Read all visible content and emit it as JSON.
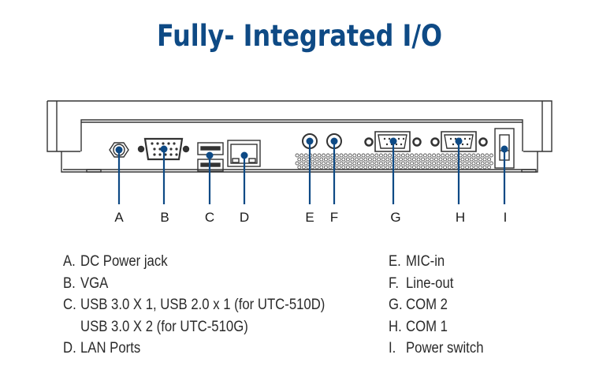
{
  "title": "Fully- Integrated I/O",
  "colors": {
    "title": "#0e4a85",
    "callout_line": "#0e4a85",
    "outline": "#333333"
  },
  "callouts": [
    "A",
    "B",
    "C",
    "D",
    "E",
    "F",
    "G",
    "H",
    "I"
  ],
  "legend_left": [
    {
      "key": "A.",
      "label": "DC Power jack"
    },
    {
      "key": "B.",
      "label": "VGA"
    },
    {
      "key": "C.",
      "label": "USB 3.0 X 1, USB 2.0 x 1 (for UTC-510D)",
      "continuation": "USB 3.0 X 2 (for UTC-510G)"
    },
    {
      "key": "D.",
      "label": "LAN Ports"
    }
  ],
  "legend_right": [
    {
      "key": "E.",
      "label": "MIC-in"
    },
    {
      "key": "F.",
      "label": "Line-out"
    },
    {
      "key": "G.",
      "label": "COM 2"
    },
    {
      "key": "H.",
      "label": "COM 1"
    },
    {
      "key": "I.",
      "label": "Power switch"
    }
  ],
  "ports": [
    {
      "id": "A",
      "icon": "dc-power-jack-icon"
    },
    {
      "id": "B",
      "icon": "vga-port-icon"
    },
    {
      "id": "C",
      "icon": "usb-ports-icon"
    },
    {
      "id": "D",
      "icon": "lan-port-icon"
    },
    {
      "id": "E",
      "icon": "audio-jack-icon"
    },
    {
      "id": "F",
      "icon": "audio-jack-icon"
    },
    {
      "id": "G",
      "icon": "serial-port-icon"
    },
    {
      "id": "H",
      "icon": "serial-port-icon"
    },
    {
      "id": "I",
      "icon": "power-switch-icon"
    }
  ]
}
